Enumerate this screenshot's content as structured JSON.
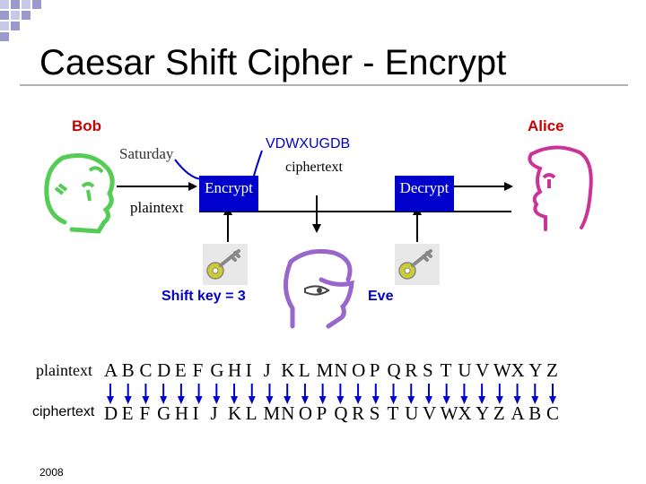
{
  "title": "Caesar Shift Cipher - Encrypt",
  "bob": "Bob",
  "alice": "Alice",
  "eve": "Eve",
  "plaintext_word": "Saturday",
  "plaintext_caption": "plaintext",
  "ciphertext_word": "VDWXUGDB",
  "ciphertext_caption": "ciphertext",
  "encrypt_label": "Encrypt",
  "decrypt_label": "Decrypt",
  "shift_key": "Shift key =  3",
  "table": {
    "plaintext_label": "plaintext",
    "ciphertext_label": "ciphertext",
    "plain_letters": [
      "A",
      "B",
      "C",
      "D",
      "E",
      "F",
      "G",
      "H",
      "I",
      "J",
      "K",
      "L",
      "M",
      "N",
      "O",
      "P",
      "Q",
      "R",
      "S",
      "T",
      "U",
      "V",
      "W",
      "X",
      "Y",
      "Z"
    ],
    "cipher_letters": [
      "D",
      "E",
      "F",
      "G",
      "H",
      "I",
      "J",
      "K",
      "L",
      "M",
      "N",
      "O",
      "P",
      "Q",
      "R",
      "S",
      "T",
      "U",
      "V",
      "W",
      "X",
      "Y",
      "Z",
      "A",
      "B",
      "C"
    ]
  },
  "year": "2008",
  "colors": {
    "accent": "#0000cc",
    "label": "#cc0000",
    "bob_face": "#55cc55",
    "alice_face": "#cc3399",
    "eve_face": "#9966cc",
    "key": "#cccc33"
  }
}
